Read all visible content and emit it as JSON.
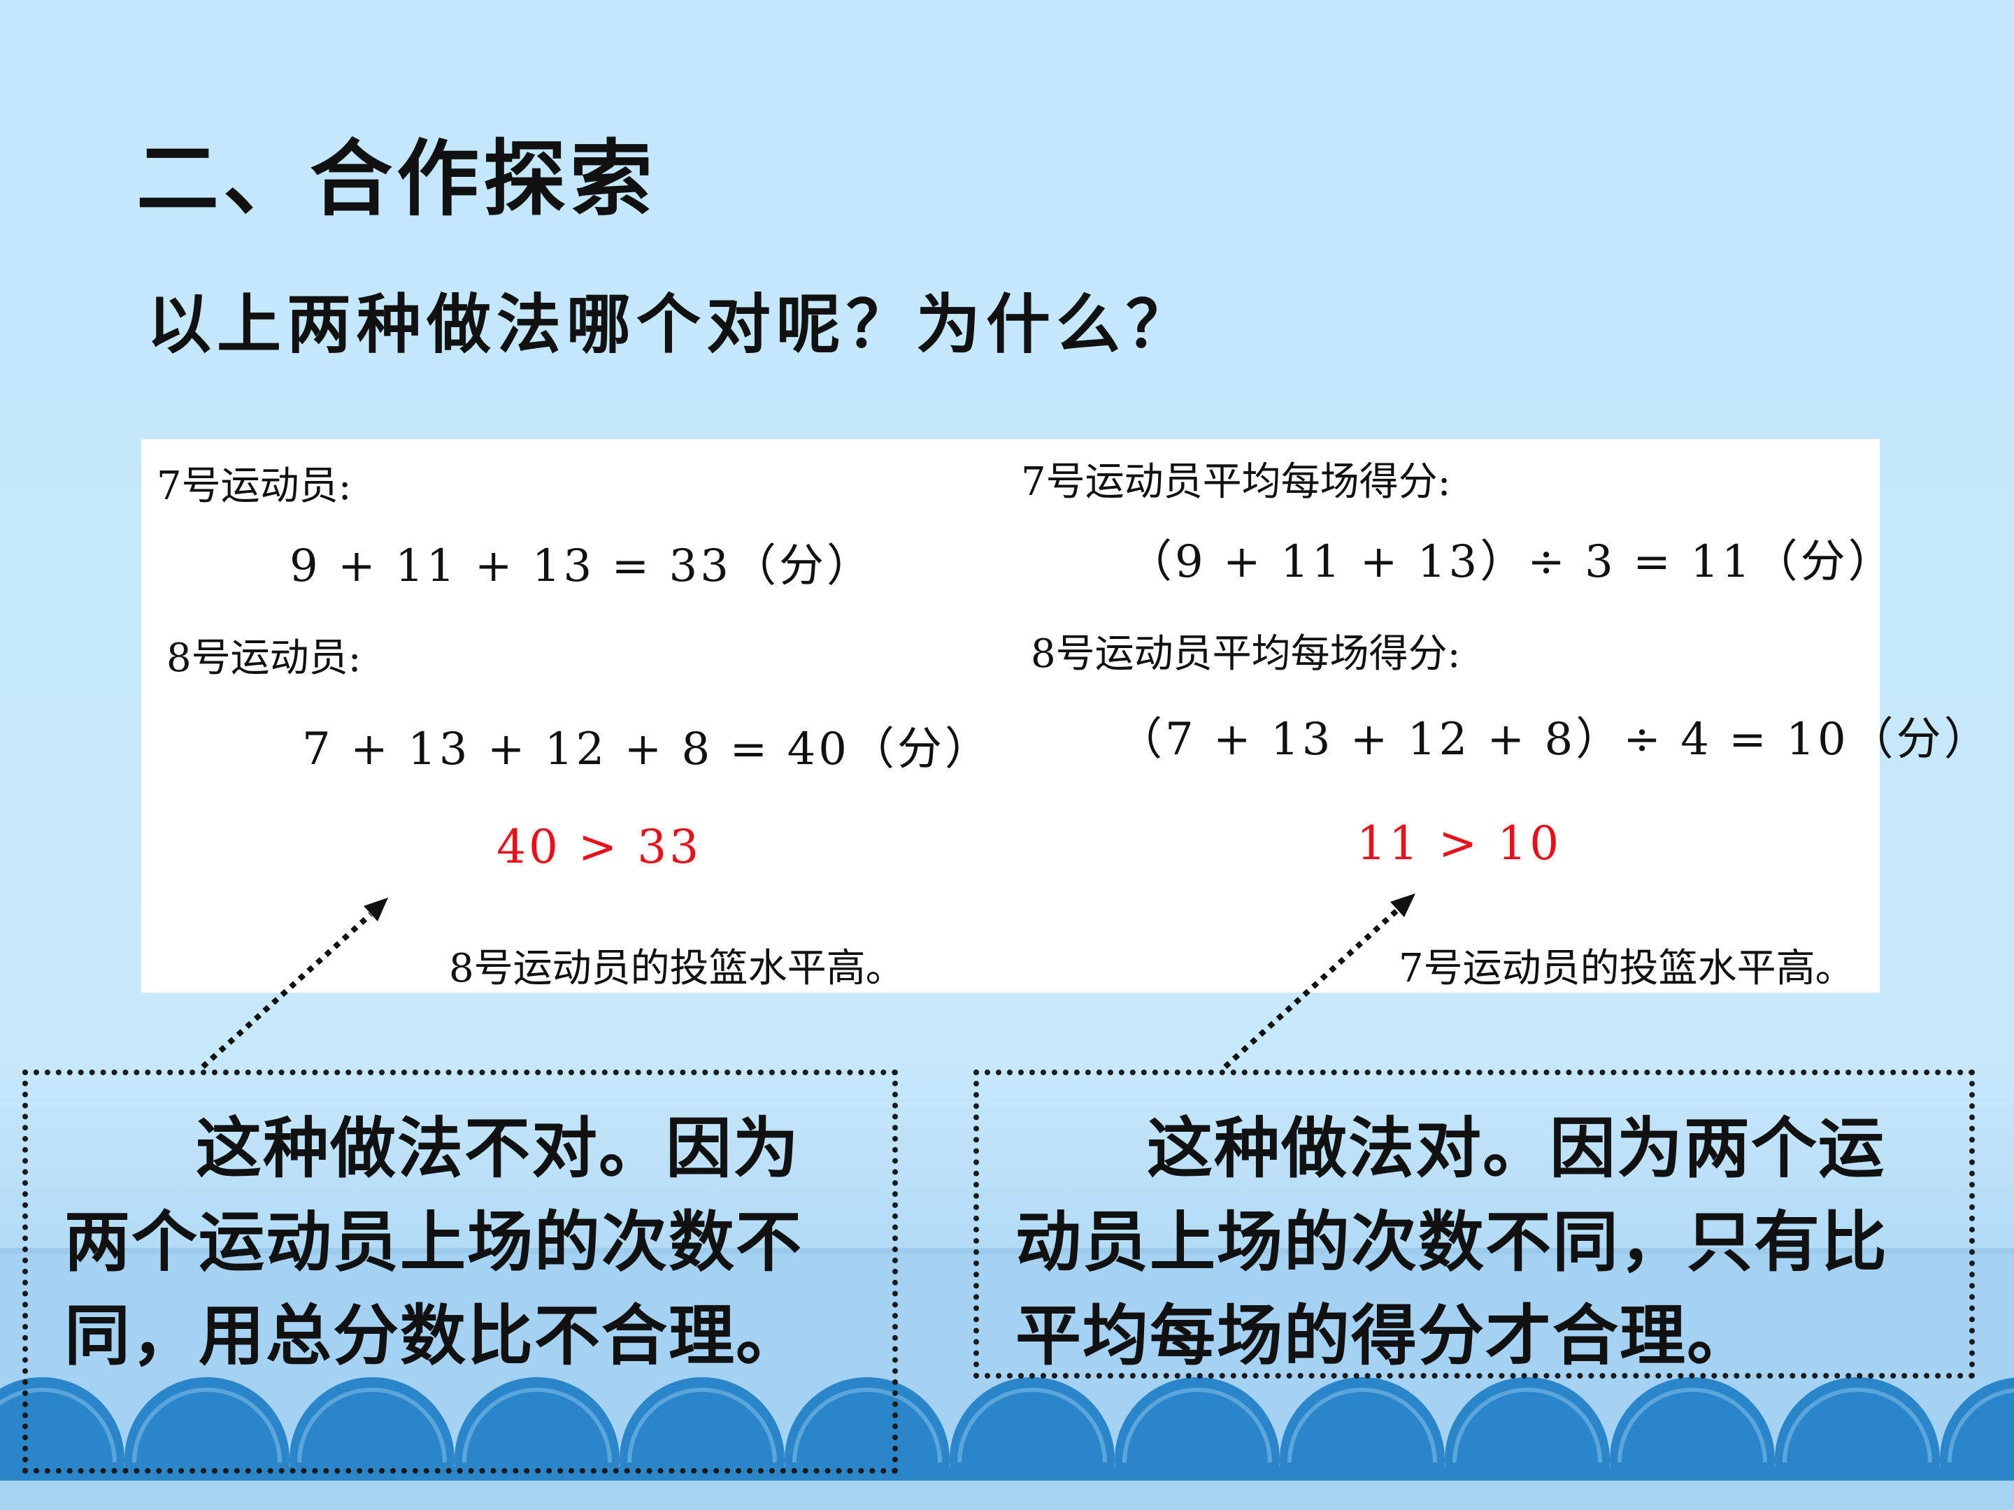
{
  "title": "二、合作探索",
  "question": "以上两种做法哪个对呢？为什么？",
  "left_panel": {
    "player7_label": "7号运动员:",
    "player7_equation": "9 + 11 + 13 = 33（分）",
    "player8_label": "8号运动员:",
    "player8_equation": "7 + 13 + 12  + 8 = 40（分）",
    "comparison": "40 > 33",
    "conclusion": "8号运动员的投篮水平高。"
  },
  "right_panel": {
    "player7_label": "7号运动员平均每场得分:",
    "player7_equation": "（9 + 11 + 13）÷ 3 = 11（分）",
    "player8_label": "8号运动员平均每场得分:",
    "player8_equation": "（7 + 13 + 12  + 8）÷ 4 = 10（分）",
    "comparison": "11 > 10",
    "conclusion": "7号运动员的投篮水平高。"
  },
  "callouts": {
    "left": "这种做法不对。因为两个运动员上场的次数不同，用总分数比不合理。",
    "right": "这种做法对。因为两个运动员上场的次数不同，只有比平均每场的得分才合理。"
  },
  "colors": {
    "background": "#c4e7fb",
    "wave_light": "#9fcff1",
    "wave_dark": "#2a85c9",
    "comparison_red": "#e8101a"
  }
}
